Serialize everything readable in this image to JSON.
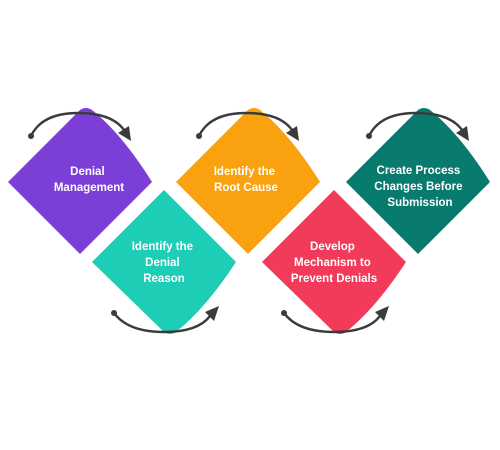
{
  "steps": [
    {
      "id": "denial-management",
      "lines": [
        "Denial",
        "Management"
      ],
      "color": "#7B3FD8"
    },
    {
      "id": "identify-denial-reason",
      "lines": [
        "Identify the",
        "Denial",
        "Reason"
      ],
      "color": "#1ECDB6"
    },
    {
      "id": "identify-root-cause",
      "lines": [
        "Identify the",
        "Root Cause"
      ],
      "color": "#F9A10E"
    },
    {
      "id": "develop-mechanism",
      "lines": [
        "Develop",
        "Mechanism to",
        "Prevent Denials"
      ],
      "color": "#F23A5A"
    },
    {
      "id": "create-process-changes",
      "lines": [
        "Create Process",
        "Changes Before",
        "Submission"
      ],
      "color": "#087A6E"
    }
  ],
  "arrows": [
    {
      "id": "arrow-over-denial-management",
      "direction": "right"
    },
    {
      "id": "arrow-under-identify-denial-reason",
      "direction": "right"
    },
    {
      "id": "arrow-over-identify-root-cause",
      "direction": "right"
    },
    {
      "id": "arrow-under-develop-mechanism",
      "direction": "right"
    },
    {
      "id": "arrow-over-create-process-changes",
      "direction": "right"
    }
  ],
  "colors": {
    "arrow": "#3b3b3b",
    "text": "#ffffff",
    "background": "#ffffff"
  }
}
